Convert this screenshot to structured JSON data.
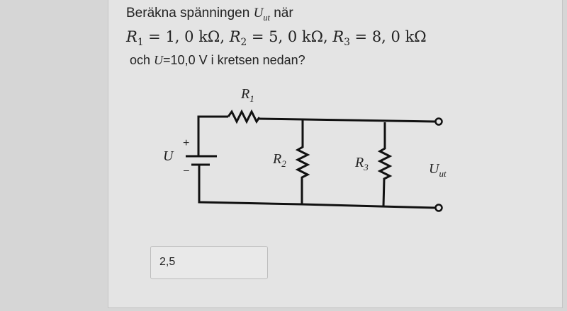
{
  "question": {
    "line1_prefix": "Beräkna spänningen ",
    "line1_var": "U",
    "line1_sub": "ut",
    "line1_suffix": " när",
    "r1": "R",
    "r1_sub": "1",
    "r1_val": " = 1, 0 kΩ, ",
    "r2": "R",
    "r2_sub": "2",
    "r2_val": " = 5, 0 kΩ, ",
    "r3": "R",
    "r3_sub": "3",
    "r3_val": " = 8, 0 kΩ",
    "line3_prefix": "och ",
    "line3_var": "U",
    "line3_suffix": "=10,0 V i kretsen nedan?"
  },
  "circuit": {
    "r1_label": "R",
    "r1_sub": "1",
    "r2_label": "R",
    "r2_sub": "2",
    "r3_label": "R",
    "r3_sub": "3",
    "source_label": "U",
    "plus": "+",
    "minus": "–",
    "output_label": "U",
    "output_sub": "ut"
  },
  "answer": {
    "value": "2,5"
  }
}
